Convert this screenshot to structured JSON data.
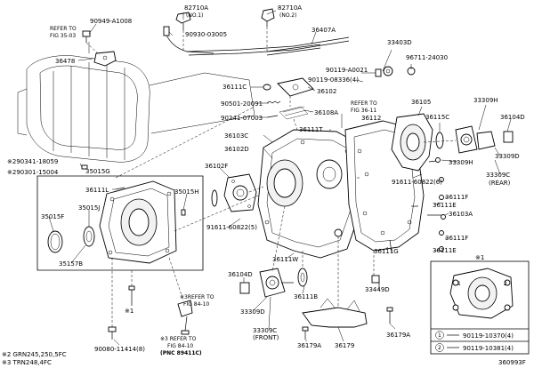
{
  "labels": {
    "p82710a_no1": "82710A",
    "no1": "(NO.1)",
    "p82710a_no2": "82710A",
    "no2": "(NO.2)",
    "p90949": "90949-A1008",
    "refer_fig35_03_a": "REFER TO",
    "refer_fig35_03_b": "FIG 35-03",
    "p90930": "90930-03005",
    "p36407a": "36407A",
    "p33403d": "33403D",
    "p36478": "36478",
    "p90119_a0021": "90119-A0021",
    "p96711": "96711-24030",
    "p90119_08336": "90119-08336(4)",
    "p36111c": "36111C",
    "p36102_top": "36102",
    "refer_fig36_11_a": "REFER TO",
    "refer_fig36_11_b": "FIG 36-11",
    "p36112": "36112",
    "p36105": "36105",
    "p33309h_top": "33309H",
    "p36104d_top": "36104D",
    "p90501": "90501-20091",
    "p36108a": "36108A",
    "p36115c": "36115C",
    "p90241": "90241-07003",
    "p36111t": "36111T",
    "p36103c": "36103C",
    "p36102d": "36102D",
    "p290341": "※290341-18059",
    "p290301": "※290301-15004",
    "p35015g": "35015G",
    "p33309h_mid": "33309H",
    "p33309d_right": "33309D",
    "p33309c_right": "33309C",
    "rear": "(REAR)",
    "p36102f": "36102F",
    "p36111l": "36111L",
    "p35015h": "35015H",
    "p91611_a": "91611-60822(6)",
    "p36111f_a": "36111F",
    "p36111e_a": "36111E",
    "p35015f": "35015F",
    "p35015j": "35015J",
    "p36103a": "36103A",
    "p91611_b": "91611-60822(5)",
    "p36111f_b": "36111F",
    "p36111e_b": "36111E",
    "p35157b": "35157B",
    "p36111w": "36111W",
    "p36111g": "36111G",
    "star1_left": "※1",
    "p36104d_bot": "36104D",
    "p33449d": "33449D",
    "refer_fig84_10_a": "※3REFER TO",
    "refer_fig84_10_b": "FIG 84-10",
    "p36111b": "36111B",
    "p33309d_bot": "33309D",
    "p33309c_front": "33309C",
    "front": "(FRONT)",
    "refer_fig84_10_c": "※3 REFER TO",
    "refer_fig84_10_d": "FIG 84-10",
    "pnc": "(PNC 89411C)",
    "p90080": "90080-11414(8)",
    "p36179a_l": "36179A",
    "p36179": "36179",
    "p36179a_r": "36179A",
    "note2": "※2 GRN245,250,5FC",
    "note3": "※3 TRN248,4FC",
    "inset_star": "※1",
    "inset_row1_num": "1",
    "inset_row1": "90119-10370(4)",
    "inset_row2_num": "2",
    "inset_row2": "90119-10381(4)",
    "fig_id": "360993F"
  }
}
